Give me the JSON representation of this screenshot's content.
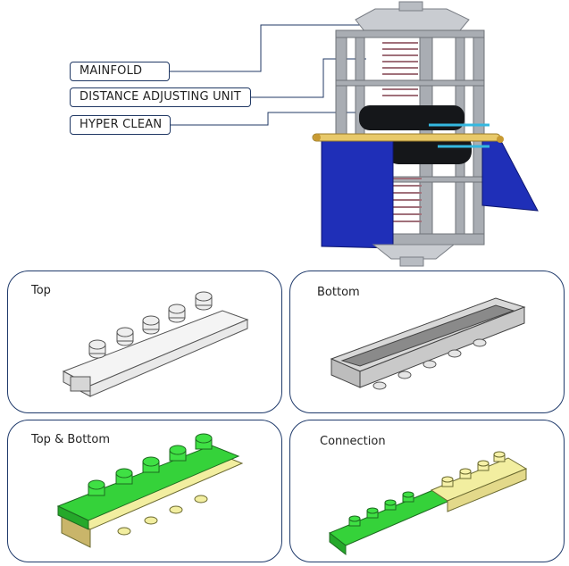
{
  "callouts": {
    "mainfold": "MAINFOLD",
    "distance": "DISTANCE ADJUSTING UNIT",
    "hyper": "HYPER CLEAN"
  },
  "panels": {
    "top": "Top",
    "bottom": "Bottom",
    "top_bottom": "Top & Bottom",
    "connection": "Connection"
  },
  "colors": {
    "frame": "#a9adb3",
    "belt": "#1f2fb8",
    "roller": "#e8c96a",
    "green": "#35d23a",
    "yellow": "#f2eea0",
    "outline": "#1f3a6b"
  }
}
